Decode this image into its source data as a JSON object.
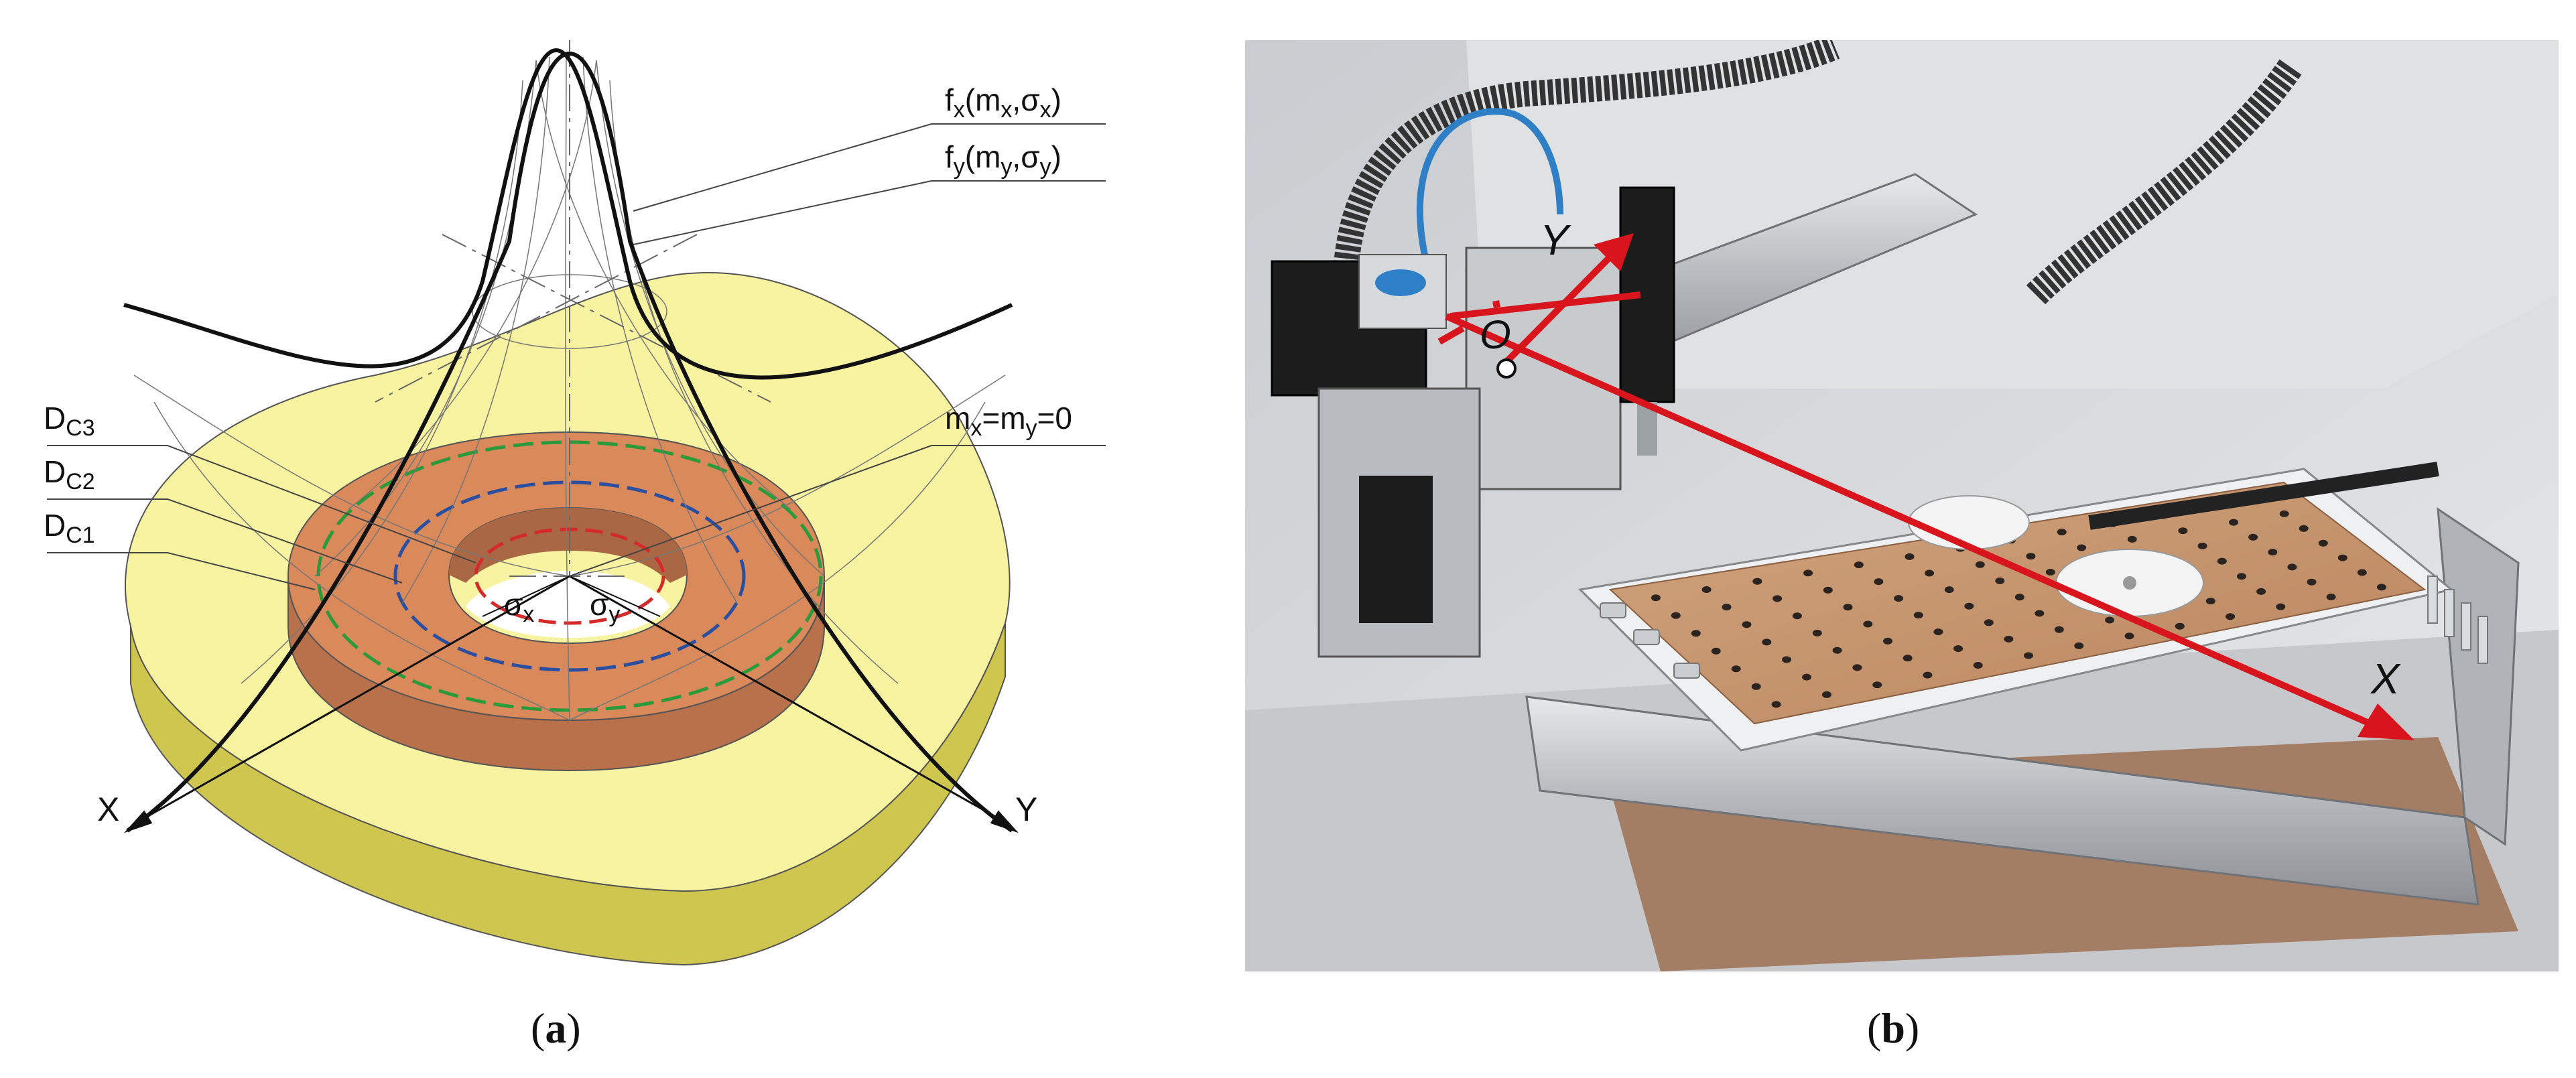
{
  "panel_a": {
    "labels": {
      "fx": {
        "base": "f",
        "sub": "x",
        "args_open": "(m",
        "args_sub1": "x",
        "args_mid": ",σ",
        "args_sub2": "x",
        "args_close": ")"
      },
      "fy": {
        "base": "f",
        "sub": "y",
        "args_open": "(m",
        "args_sub1": "y",
        "args_mid": ",σ",
        "args_sub2": "y",
        "args_close": ")"
      },
      "mean": {
        "m1": "m",
        "s1": "x",
        "eq": "=m",
        "s2": "y",
        "tail": "=0"
      },
      "dc3": {
        "base": "D",
        "sub": "C3"
      },
      "dc2": {
        "base": "D",
        "sub": "C2"
      },
      "dc1": {
        "base": "D",
        "sub": "C1"
      },
      "sigma_x": {
        "base": "σ",
        "sub": "x"
      },
      "sigma_y": {
        "base": "σ",
        "sub": "y"
      },
      "axis_x": "X",
      "axis_y": "Y"
    },
    "colors": {
      "outer_top": "#f7f3a0",
      "outer_side": "#cfc650",
      "ring_top": "#d9895a",
      "ring_side": "#b8714a",
      "dc3_line": "#2a9a3a",
      "dc2_line": "#2a4fa0",
      "dc1_line": "#d42a2a"
    }
  },
  "panel_b": {
    "axis_origin": "O",
    "axis_x": "X",
    "axis_y": "Y",
    "axis_color": "#d8141c"
  },
  "captions": {
    "a": {
      "open": "(",
      "letter": "a",
      "close": ")"
    },
    "b": {
      "open": "(",
      "letter": "b",
      "close": ")"
    }
  }
}
